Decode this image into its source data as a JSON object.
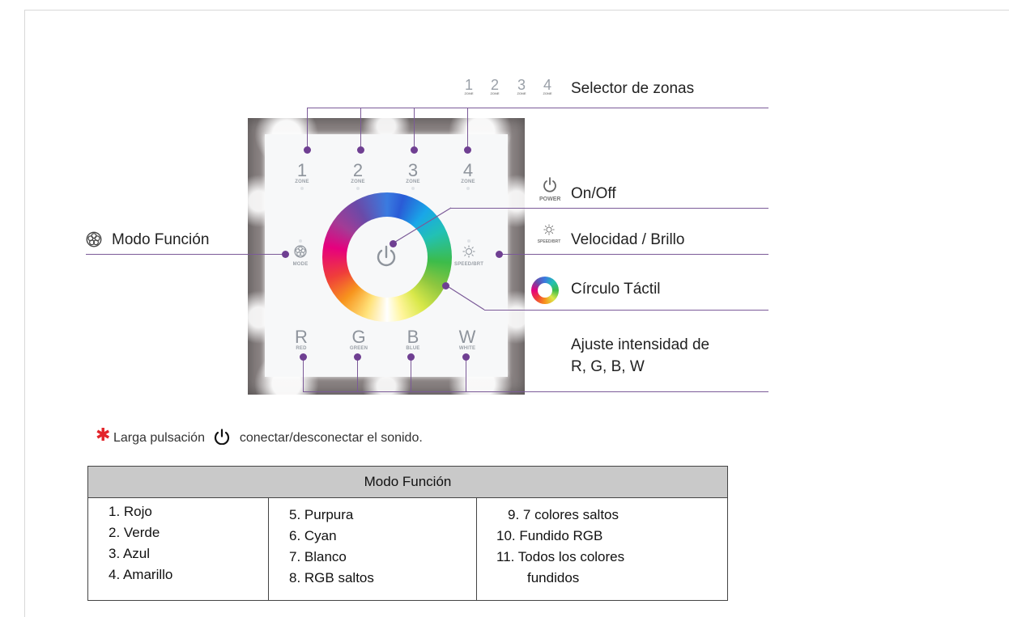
{
  "panel": {
    "zones": [
      {
        "glyph": "1",
        "label": "ZONE"
      },
      {
        "glyph": "2",
        "label": "ZONE"
      },
      {
        "glyph": "3",
        "label": "ZONE"
      },
      {
        "glyph": "4",
        "label": "ZONE"
      }
    ],
    "mode_label": "MODE",
    "speed_label": "SPEED/BRT",
    "channels": [
      {
        "glyph": "R",
        "label": "RED"
      },
      {
        "glyph": "G",
        "label": "GREEN"
      },
      {
        "glyph": "B",
        "label": "BLUE"
      },
      {
        "glyph": "W",
        "label": "WHITE"
      }
    ]
  },
  "callouts": {
    "zone_selector": "Selector de zonas",
    "power_label": "POWER",
    "on_off": "On/Off",
    "speed_small": "SPEED/BRT",
    "speed": "Velocidad / Brillo",
    "touch_ring": "Círculo Táctil",
    "rgbw_line1": "Ajuste intensidad de",
    "rgbw_line2": "R, G, B, W",
    "mode": "Modo Función"
  },
  "note": {
    "before": "Larga pulsación",
    "after": "conectar/desconectar el sonido."
  },
  "table": {
    "header": "Modo Función",
    "columns": [
      [
        "1. Rojo",
        "2. Verde",
        "3. Azul",
        "4. Amarillo"
      ],
      [
        "5. Purpura",
        "6. Cyan",
        "7. Blanco",
        "8. RGB saltos"
      ],
      [
        "9. 7 colores saltos",
        "10. Fundido RGB",
        "11. Todos los colores",
        "fundidos"
      ]
    ]
  },
  "colors": {
    "callout_line": "#7b5a98",
    "dot": "#6f3f92",
    "note_star": "#e3252b",
    "table_header_bg": "#c9c9c9"
  }
}
